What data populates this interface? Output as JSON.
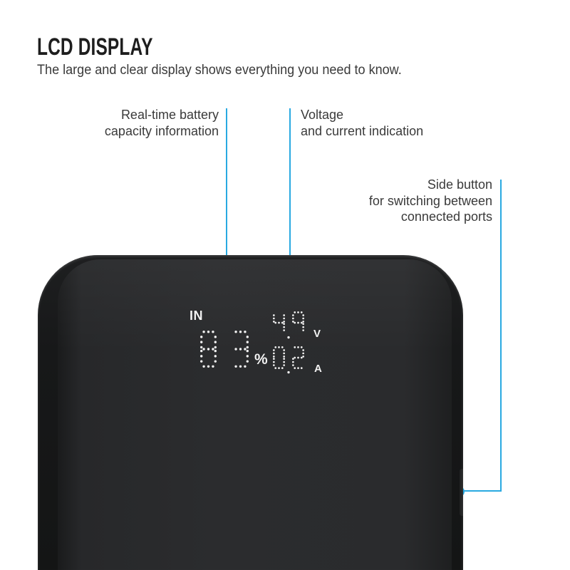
{
  "header": {
    "title": "LCD DISPLAY",
    "subtitle": "The large and clear display shows everything you need to know."
  },
  "annotations": {
    "battery": {
      "lines": [
        "Real-time battery",
        "capacity information"
      ]
    },
    "voltage": {
      "lines": [
        "Voltage",
        "and current indication"
      ]
    },
    "side_button": {
      "lines": [
        "Side button",
        "for switching between",
        "connected ports"
      ]
    }
  },
  "lcd": {
    "mode_label": "IN",
    "battery_percent": "83",
    "percent_sign": "%",
    "voltage": "4.9",
    "voltage_unit": "V",
    "current": "0.2",
    "current_unit": "A"
  },
  "colors": {
    "accent_blue": "#29a9e1",
    "background": "#ffffff",
    "title_text": "#1e1e1e",
    "body_text": "#3a3a3a",
    "device_body": "#2b2c2e",
    "lcd_dots": "#f2f2f2"
  }
}
